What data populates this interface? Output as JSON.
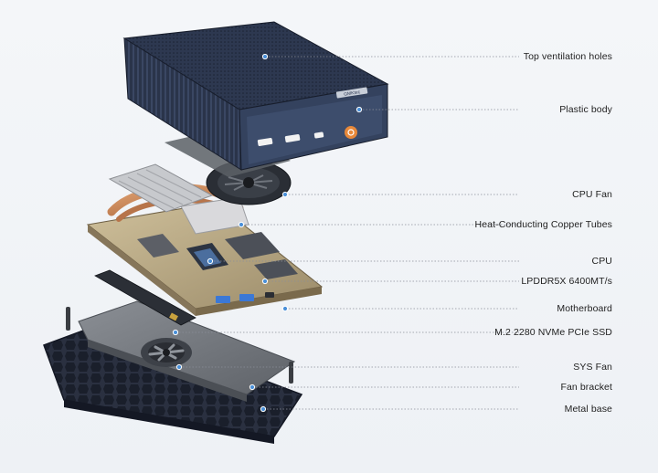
{
  "brand_badge": "GMKtec",
  "callouts": [
    {
      "id": "top-ventilation-holes",
      "label": "Top ventilation holes"
    },
    {
      "id": "plastic-body",
      "label": "Plastic body"
    },
    {
      "id": "cpu-fan",
      "label": "CPU Fan"
    },
    {
      "id": "heat-conducting-copper-tubes",
      "label": "Heat-Conducting Copper Tubes"
    },
    {
      "id": "cpu",
      "label": "CPU"
    },
    {
      "id": "lpddr5x",
      "label": "LPDDR5X 6400MT/s"
    },
    {
      "id": "motherboard",
      "label": "Motherboard"
    },
    {
      "id": "m2-ssd",
      "label": "M.2 2280 NVMe PCIe SSD"
    },
    {
      "id": "sys-fan",
      "label": "SYS Fan"
    },
    {
      "id": "fan-bracket",
      "label": "Fan bracket"
    },
    {
      "id": "metal-base",
      "label": "Metal base"
    }
  ],
  "colors": {
    "shell": "#2f3b52",
    "shell_dark": "#1e2638",
    "front_panel": "#3b4a66",
    "power_button": "#e8893a",
    "copper": "#c7865a",
    "pcb": "#b9a986",
    "pcb_dark": "#5b4f3c",
    "bracket": "#6f7378",
    "base": "#262c3a",
    "leader_line": "#8a8f99",
    "dot": "#4a90d9"
  }
}
